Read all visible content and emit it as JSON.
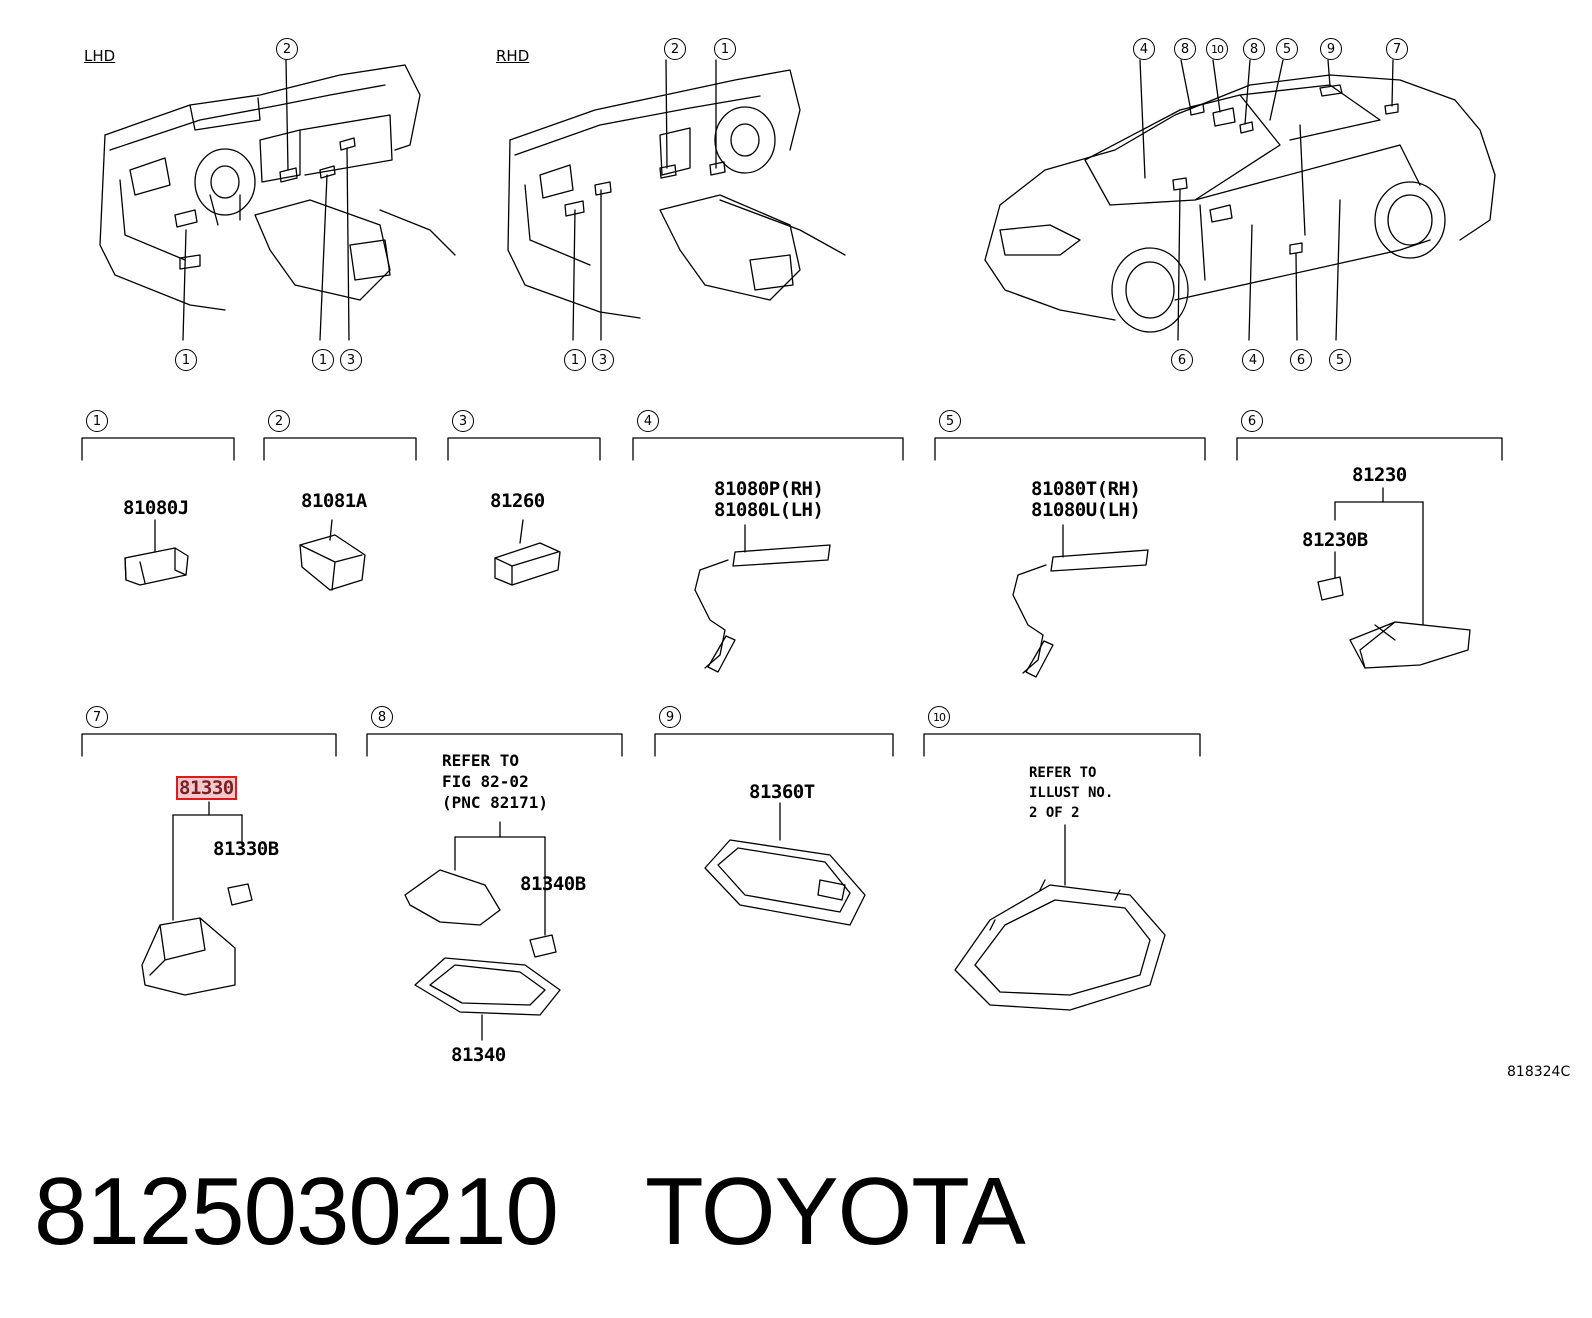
{
  "views": {
    "lhd": "LHD",
    "rhd": "RHD"
  },
  "sections": [
    {
      "no": "1",
      "parts": [
        "81080J"
      ]
    },
    {
      "no": "2",
      "parts": [
        "81081A"
      ]
    },
    {
      "no": "3",
      "parts": [
        "81260"
      ]
    },
    {
      "no": "4",
      "parts": [
        "81080P(RH)",
        "81080L(LH)"
      ]
    },
    {
      "no": "5",
      "parts": [
        "81080T(RH)",
        "81080U(LH)"
      ]
    },
    {
      "no": "6",
      "parts": [
        "81230",
        "81230B"
      ]
    },
    {
      "no": "7",
      "parts": [
        "81330",
        "81330B"
      ]
    },
    {
      "no": "8",
      "parts": [
        "81340B",
        "81340"
      ],
      "note": "REFER TO\nFIG 82-02\n(PNC 82171)"
    },
    {
      "no": "9",
      "parts": [
        "81360T"
      ]
    },
    {
      "no": "10",
      "parts": [],
      "note": "REFER TO\nILLUST NO.\n2 OF 2"
    }
  ],
  "highlighted_part": "81330",
  "callouts": {
    "lhd": [
      "2",
      "1",
      "1",
      "3"
    ],
    "rhd": [
      "2",
      "1",
      "1",
      "3"
    ],
    "car_top": [
      "4",
      "8",
      "10",
      "8",
      "5",
      "9",
      "7"
    ],
    "car_bottom": [
      "6",
      "4",
      "6",
      "5"
    ]
  },
  "illustration_code": "818324C",
  "footer": {
    "part_number": "8125030210",
    "brand": "TOYOTA"
  },
  "colors": {
    "highlight_border": "#e0191d",
    "highlight_fill": "#f3c9cc"
  }
}
